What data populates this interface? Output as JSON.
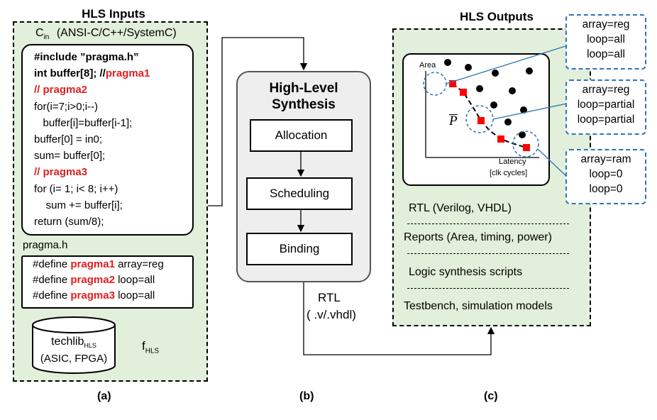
{
  "inputs": {
    "title": "HLS Inputs",
    "cin_main": "C",
    "cin_sub": "in",
    "cin_desc": "(ANSI-C/C++/SystemC)",
    "code": [
      [
        {
          "t": "#include ”pragma.h”",
          "c": "bold"
        }
      ],
      [
        {
          "t": "int buffer[8]; //",
          "c": "bold"
        },
        {
          "t": "pragma1",
          "c": "red"
        }
      ],
      [
        {
          "t": "// pragma2",
          "c": "red"
        }
      ],
      [
        {
          "t": "for(i=7;i>0;i--)",
          "c": ""
        }
      ],
      [
        {
          "t": "   buffer[i]=buffer[i-1];",
          "c": ""
        }
      ],
      [
        {
          "t": "buffer[0] = in0;",
          "c": ""
        }
      ],
      [
        {
          "t": "sum= buffer[0];",
          "c": ""
        }
      ],
      [
        {
          "t": "// pragma3",
          "c": "red"
        }
      ],
      [
        {
          "t": "for (i= 1; i< 8; i++)",
          "c": ""
        }
      ],
      [
        {
          "t": "    sum += buffer[i];",
          "c": ""
        }
      ],
      [
        {
          "t": "return (sum/8);",
          "c": ""
        }
      ]
    ],
    "pragma_file": "pragma.h",
    "defines": [
      [
        {
          "t": "#define ",
          "c": ""
        },
        {
          "t": "pragma1",
          "c": "red"
        },
        {
          "t": " array=reg",
          "c": ""
        }
      ],
      [
        {
          "t": "#define ",
          "c": ""
        },
        {
          "t": "pragma2",
          "c": "red"
        },
        {
          "t": " loop=all",
          "c": ""
        }
      ],
      [
        {
          "t": "#define ",
          "c": ""
        },
        {
          "t": "pragma3",
          "c": "red"
        },
        {
          "t": " loop=all",
          "c": ""
        }
      ]
    ],
    "techlib_main": "techlib",
    "techlib_sub": "HLS",
    "techlib_desc": "(ASIC, FPGA)",
    "fhls_main": "f",
    "fhls_sub": "HLS"
  },
  "hls": {
    "title_line1": "High-Level",
    "title_line2": "Synthesis",
    "steps": [
      "Allocation",
      "Scheduling",
      "Binding"
    ],
    "rtl_label": "RTL",
    "rtl_ext": "( .v/.vhdl)"
  },
  "outputs": {
    "title": "HLS Outputs",
    "plot_ylabel": "Area",
    "plot_xlabel": "Latency",
    "plot_xunit": "[clk cycles]",
    "pareto_label": "P",
    "pragma_configs": [
      [
        "array=reg",
        "loop=all",
        "loop=all"
      ],
      [
        "array=reg",
        "loop=partial",
        "loop=partial"
      ],
      [
        "array=ram",
        "loop=0",
        "loop=0"
      ]
    ],
    "items": [
      "RTL (Verilog, VHDL)",
      "Reports  (Area, timing, power)",
      "Logic synthesis scripts",
      "Testbench, simulation models"
    ]
  },
  "captions": [
    "(a)",
    "(b)",
    "(c)"
  ],
  "colors": {
    "panel_bg": "#e2efda",
    "pragma_red": "#e02020",
    "callout_blue": "#2e74b5",
    "pareto_red": "#ff0000"
  }
}
